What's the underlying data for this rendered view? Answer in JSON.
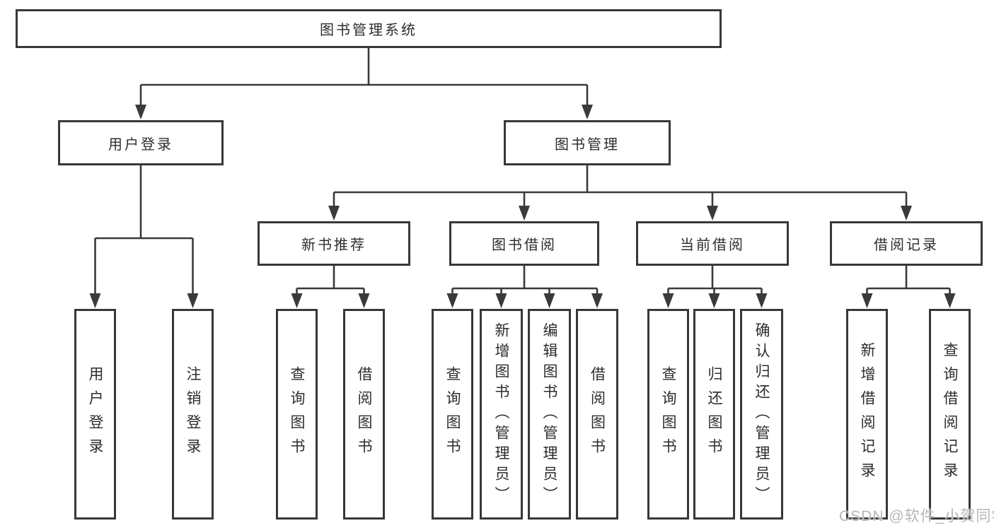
{
  "diagram": {
    "watermark": "CSDN @软件_小贺同学",
    "nodes": [
      {
        "id": "root",
        "label": "图书管理系统"
      },
      {
        "id": "login",
        "label": "用户登录"
      },
      {
        "id": "mgmt",
        "label": "图书管理"
      },
      {
        "id": "newbook",
        "label": "新书推荐"
      },
      {
        "id": "borrow",
        "label": "图书借阅"
      },
      {
        "id": "current",
        "label": "当前借阅"
      },
      {
        "id": "records",
        "label": "借阅记录"
      },
      {
        "id": "leaf-user-login",
        "label": "用户登录"
      },
      {
        "id": "leaf-logout",
        "label": "注销登录"
      },
      {
        "id": "leaf-nb-query",
        "label": "查询图书"
      },
      {
        "id": "leaf-nb-borrow",
        "label": "借阅图书"
      },
      {
        "id": "leaf-bw-query",
        "label": "查询图书"
      },
      {
        "id": "leaf-bw-add",
        "label": "新增图书（管理员）"
      },
      {
        "id": "leaf-bw-edit",
        "label": "编辑图书（管理员）"
      },
      {
        "id": "leaf-bw-borrow",
        "label": "借阅图书"
      },
      {
        "id": "leaf-cur-query",
        "label": "查询图书"
      },
      {
        "id": "leaf-cur-return",
        "label": "归还图书"
      },
      {
        "id": "leaf-cur-confirm",
        "label": "确认归还（管理员）"
      },
      {
        "id": "leaf-rec-add",
        "label": "新增借阅记录"
      },
      {
        "id": "leaf-rec-query",
        "label": "查询借阅记录"
      }
    ],
    "edges": [
      [
        "root",
        "login"
      ],
      [
        "root",
        "mgmt"
      ],
      [
        "login",
        "leaf-user-login"
      ],
      [
        "login",
        "leaf-logout"
      ],
      [
        "mgmt",
        "newbook"
      ],
      [
        "mgmt",
        "borrow"
      ],
      [
        "mgmt",
        "current"
      ],
      [
        "mgmt",
        "records"
      ],
      [
        "newbook",
        "leaf-nb-query"
      ],
      [
        "newbook",
        "leaf-nb-borrow"
      ],
      [
        "borrow",
        "leaf-bw-query"
      ],
      [
        "borrow",
        "leaf-bw-add"
      ],
      [
        "borrow",
        "leaf-bw-edit"
      ],
      [
        "borrow",
        "leaf-bw-borrow"
      ],
      [
        "current",
        "leaf-cur-query"
      ],
      [
        "current",
        "leaf-cur-return"
      ],
      [
        "current",
        "leaf-cur-confirm"
      ],
      [
        "records",
        "leaf-rec-add"
      ],
      [
        "records",
        "leaf-rec-query"
      ]
    ]
  }
}
